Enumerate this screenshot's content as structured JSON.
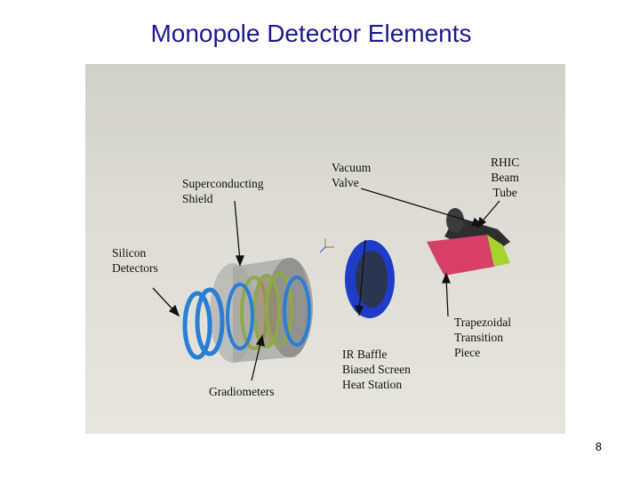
{
  "slide": {
    "title": "Monopole Detector Elements",
    "page_number": "8"
  },
  "labels": {
    "superconducting_shield": "Superconducting\nShield",
    "vacuum_valve": "Vacuum\nValve",
    "rhic_beam_tube": "RHIC\nBeam\nTube",
    "silicon_detectors": "Silicon\nDetectors",
    "gradiometers": "Gradiometers",
    "ir_baffle": "IR Baffle\nBiased Screen\nHeat Station",
    "trapezoidal_transition": "Trapezoidal\nTransition\nPiece"
  },
  "colors": {
    "title": "#1a1a8c",
    "panel_background": "#dcdcd4",
    "silicon_rings": "#2a7fd4",
    "shield": "#9a9a9a",
    "gradiometer": "#8fa84a",
    "baffle": "#1e3cc8",
    "transition_piece": "#d8406a",
    "beam_tube_flange": "#a6d230",
    "beam_tube": "#2a2a2a"
  }
}
